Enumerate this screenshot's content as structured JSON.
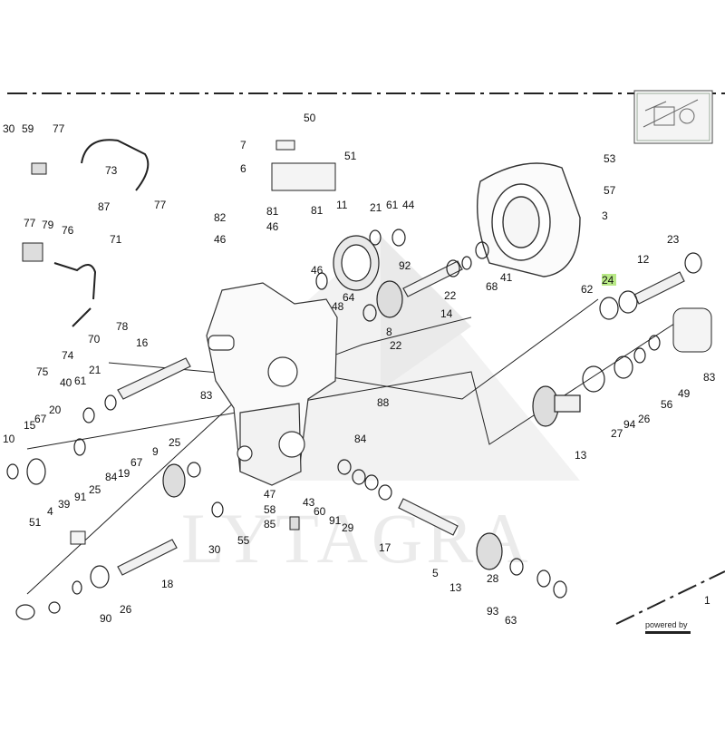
{
  "diagram": {
    "highlight_color": "#b8e986",
    "line_color": "#222222",
    "watermark": "LYTAGRA",
    "highlighted_part": "24",
    "footer": {
      "powered_label": "powered by"
    },
    "callouts": [
      "30",
      "59",
      "77",
      "73",
      "87",
      "77",
      "77",
      "79",
      "76",
      "71",
      "78",
      "70",
      "74",
      "75",
      "40",
      "61",
      "21",
      "15",
      "67",
      "20",
      "10",
      "51",
      "39",
      "4",
      "91",
      "25",
      "84",
      "19",
      "67",
      "9",
      "25",
      "18",
      "26",
      "90",
      "50",
      "7",
      "51",
      "6",
      "82",
      "46",
      "81",
      "46",
      "81",
      "46",
      "11",
      "21",
      "61",
      "44",
      "92",
      "64",
      "48",
      "83",
      "88",
      "84",
      "47",
      "58",
      "85",
      "30",
      "55",
      "16",
      "53",
      "57",
      "3",
      "23",
      "12",
      "24",
      "62",
      "22",
      "68",
      "41",
      "14",
      "22",
      "8",
      "43",
      "60",
      "91",
      "29",
      "17",
      "5",
      "13",
      "28",
      "93",
      "63",
      "27",
      "94",
      "26",
      "56",
      "49",
      "83",
      "13",
      "1"
    ]
  }
}
